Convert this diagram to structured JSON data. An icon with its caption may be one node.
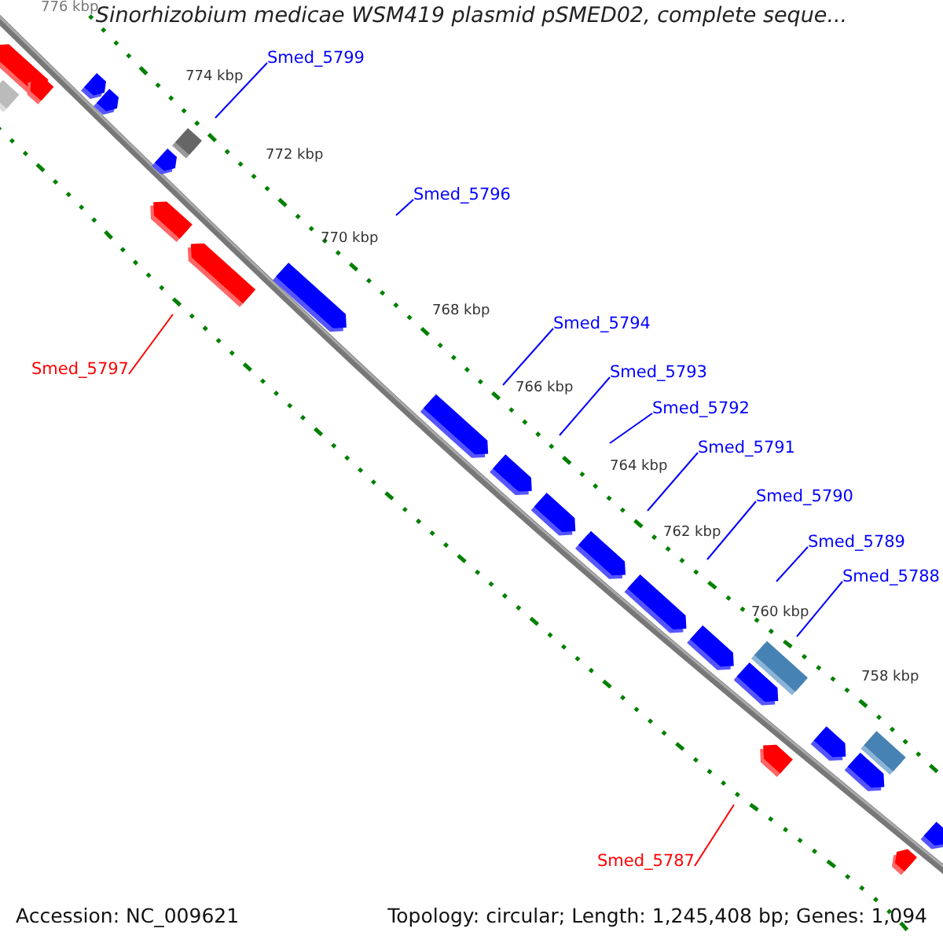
{
  "diagram": {
    "title": "Sinorhizobium medicae WSM419 plasmid pSMED02, complete seque...",
    "nodes": [
      {
        "text": [
          "Smed_5799"
        ]
      },
      {
        "text": [
          "Smed_5796"
        ]
      },
      {
        "text": [
          "Smed_5797"
        ]
      },
      {
        "text": [
          "Smed_5794"
        ]
      },
      {
        "text": [
          "Smed_5793"
        ]
      },
      {
        "text": [
          "Smed_5792"
        ]
      },
      {
        "text": [
          "Smed_5791"
        ]
      },
      {
        "text": [
          "Smed_5790"
        ]
      },
      {
        "text": [
          "Smed_5789"
        ]
      },
      {
        "text": [
          "Smed_5788"
        ]
      },
      {
        "text": [
          "Smed_5787"
        ]
      }
    ],
    "edges": [
      {
        "from": 0,
        "to": null,
        "arrow": "none"
      },
      {
        "from": 1,
        "to": null,
        "arrow": "none"
      },
      {
        "from": 2,
        "to": null,
        "arrow": "none",
        "color": "#ff0000"
      },
      {
        "from": 3,
        "to": null,
        "arrow": "none"
      },
      {
        "from": 4,
        "to": null,
        "arrow": "none"
      },
      {
        "from": 5,
        "to": null,
        "arrow": "none"
      },
      {
        "from": 6,
        "to": null,
        "arrow": "none"
      },
      {
        "from": 7,
        "to": null,
        "arrow": "none"
      },
      {
        "from": 8,
        "to": null,
        "arrow": "none"
      },
      {
        "from": 9,
        "to": null,
        "arrow": "none"
      },
      {
        "from": 10,
        "to": null,
        "arrow": "none",
        "color": "#ff0000"
      }
    ],
    "labels": [
      "776 kbp",
      "774 kbp",
      "772 kbp",
      "770 kbp",
      "768 kbp",
      "766 kbp",
      "764 kbp",
      "762 kbp",
      "760 kbp",
      "758 kbp",
      "Accession: NC_009621",
      "Topology: circular; Length: 1,245,408 bp; Genes: 1,094"
    ]
  }
}
